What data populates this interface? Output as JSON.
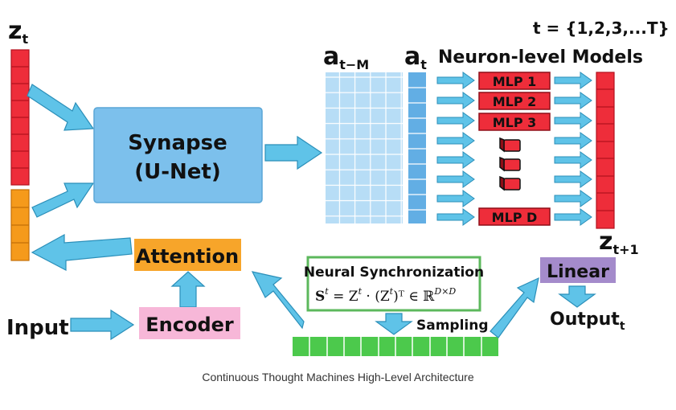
{
  "labels": {
    "z_t": "z",
    "z_t_sub": "t",
    "a_tm": "a",
    "a_tm_sub": "t−M",
    "a_t": "a",
    "a_t_sub": "t",
    "neuron_models": "Neuron-level Models",
    "t_set": "t = {1,2,3,...T}",
    "synapse_line1": "Synapse",
    "synapse_line2": "(U-Net)",
    "mlp1": "MLP 1",
    "mlp2": "MLP 2",
    "mlp3": "MLP 3",
    "mlpd": "MLP D",
    "z_t1": "z",
    "z_t1_sub": "t+1",
    "attention": "Attention",
    "encoder": "Encoder",
    "input": "Input",
    "neural_sync": "Neural Synchronization",
    "formula_S": "S",
    "formula_t1": "t",
    "formula_eq": " = Z",
    "formula_t2": "t",
    "formula_dot": " · (Z",
    "formula_t3": "t",
    "formula_T": ")ᵀ ∈ ℝ",
    "formula_dim": "D×D",
    "sampling": "Sampling",
    "linear": "Linear",
    "output": "Output",
    "output_sub": "t",
    "caption": "Continuous Thought Machines High-Level Architecture"
  },
  "colors": {
    "red": "#ee2d3a",
    "orange": "#f59a1b",
    "synapse": "#7cc0ec",
    "arrow": "#5fc3e8",
    "grid": "#b7ddf6",
    "grid_col": "#62aee4",
    "attention": "#f7a52a",
    "encoder": "#f7b7d8",
    "linear": "#a48bcb",
    "green": "#4cc94c",
    "sync_border": "#5cb85c"
  }
}
